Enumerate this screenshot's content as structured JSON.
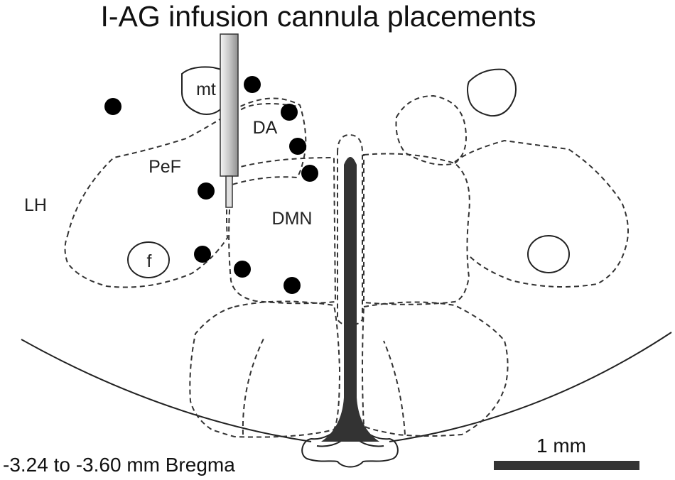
{
  "title": "I-AG infusion cannula placements",
  "labels": {
    "mt": "mt",
    "da": "DA",
    "pef": "PeF",
    "lh": "LH",
    "dmn": "DMN",
    "f": "f"
  },
  "bregma": "-3.24 to -3.60 mm Bregma",
  "scale_bar": "1 mm",
  "colors": {
    "ink": "#222222",
    "dots": "#000000",
    "ventricle": "#333333",
    "cannula_fill": "#d4d4d4"
  }
}
